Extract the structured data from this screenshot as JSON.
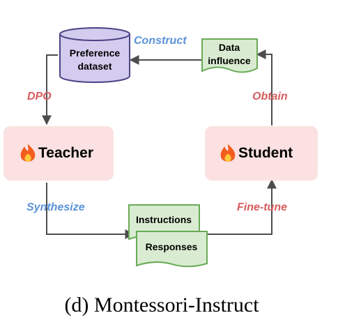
{
  "nodes": {
    "preference_dataset": {
      "line1": "Preference",
      "line2": "dataset"
    },
    "data_influence": {
      "line1": "Data",
      "line2": "influence"
    },
    "teacher": {
      "icon": "fire-icon",
      "label": "Teacher"
    },
    "student": {
      "icon": "fire-icon",
      "label": "Student"
    },
    "instructions": {
      "label": "Instructions"
    },
    "responses": {
      "label": "Responses"
    }
  },
  "edges": {
    "construct": "Construct",
    "dpo": "DPO",
    "obtain": "Obtain",
    "synthesize": "Synthesize",
    "fine_tune": "Fine-tune"
  },
  "caption": "(d) Montessori-Instruct",
  "colors": {
    "agent_fill": "#fbe1e1",
    "data_fill": "#d9ecd1",
    "data_stroke": "#6aaa57",
    "db_fill": "#d4ccee",
    "db_stroke": "#4b4285",
    "blue_label": "#5b93d8",
    "red_label": "#d85d5d",
    "arrow": "#4d4d4d"
  }
}
